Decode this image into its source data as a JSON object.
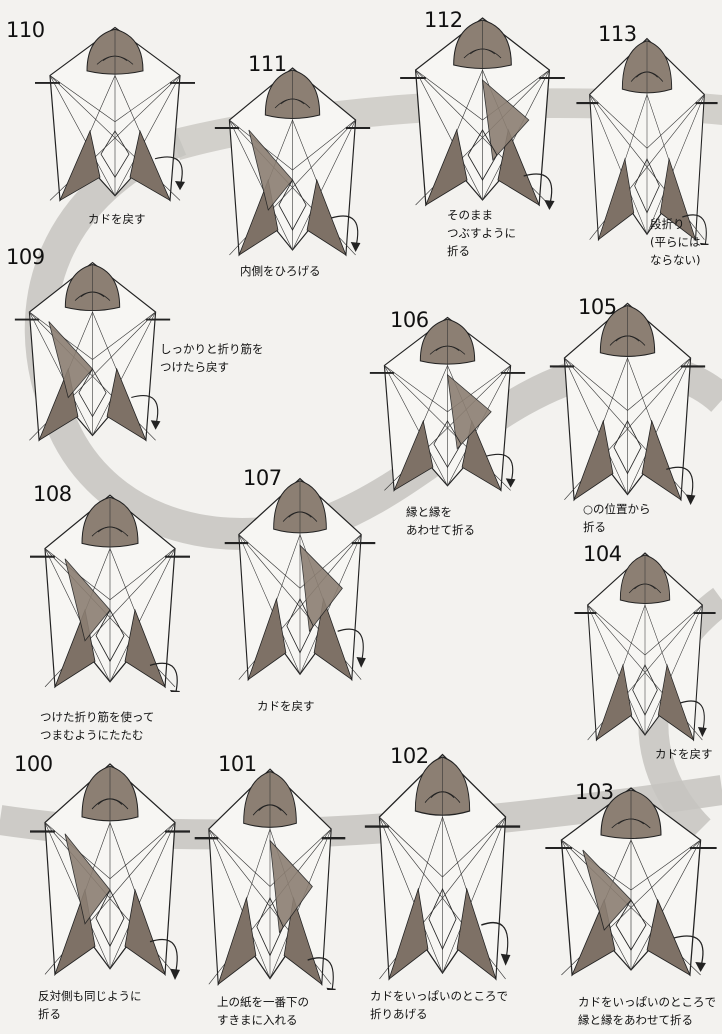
{
  "steps": [
    {
      "number": "110",
      "caption": [
        "カドを戻す"
      ]
    },
    {
      "number": "111",
      "caption": [
        "内側をひろげる"
      ]
    },
    {
      "number": "112",
      "caption": [
        "そのまま",
        "つぶすように",
        "折る"
      ]
    },
    {
      "number": "113",
      "caption": [
        "段折り",
        "(平らには",
        "ならない)"
      ]
    },
    {
      "number": "109",
      "caption": [
        "しっかりと折り筋を",
        "つけたら戻す"
      ]
    },
    {
      "number": "106",
      "caption": [
        "縁と縁を",
        "あわせて折る"
      ]
    },
    {
      "number": "105",
      "caption": [
        "○の位置から",
        "折る"
      ]
    },
    {
      "number": "108",
      "caption": [
        "つけた折り筋を使って",
        "つまむようにたたむ"
      ]
    },
    {
      "number": "107",
      "caption": [
        "カドを戻す"
      ]
    },
    {
      "number": "104",
      "caption": [
        "カドを戻す"
      ]
    },
    {
      "number": "100",
      "caption": [
        "反対側も同じように",
        "折る"
      ]
    },
    {
      "number": "101",
      "caption": [
        "上の紙を一番下の",
        "すきまに入れる"
      ]
    },
    {
      "number": "102",
      "caption": [
        "カドをいっぱいのところで",
        "折りあげる"
      ]
    },
    {
      "number": "103",
      "caption": [
        "カドをいっぱいのところで",
        "縁と縁をあわせて折る"
      ]
    }
  ]
}
